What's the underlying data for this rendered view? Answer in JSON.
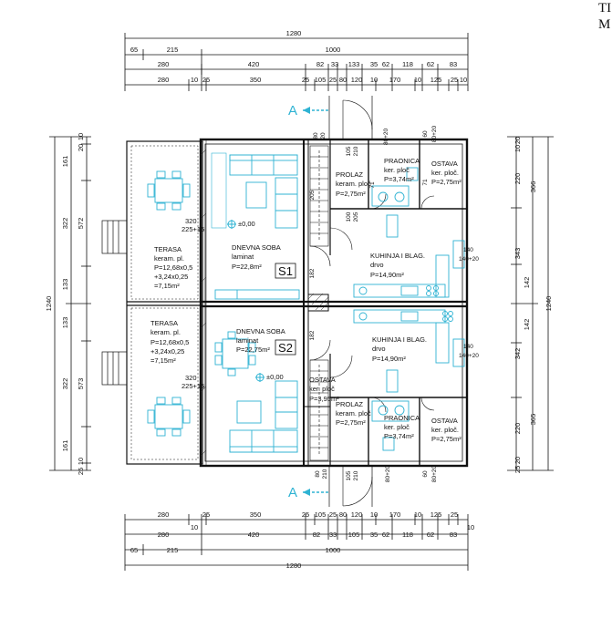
{
  "corner_text": [
    "TI",
    "M"
  ],
  "section_marker": "A",
  "top_dims": {
    "overall": "1280",
    "row1": [
      "65",
      "215",
      "1000"
    ],
    "row2": [
      "280",
      "420",
      "82",
      "33",
      "133",
      "35",
      "62",
      "118",
      "62",
      "83"
    ],
    "row3": [
      "280",
      "10",
      "25",
      "350",
      "25",
      "105",
      "25",
      "80",
      "120",
      "10",
      "170",
      "10",
      "125",
      "25",
      "10"
    ]
  },
  "bottom_dims": {
    "row1": [
      "280",
      "10",
      "25",
      "350",
      "25",
      "105",
      "25",
      "80",
      "120",
      "10",
      "170",
      "10",
      "125",
      "25",
      "10"
    ],
    "row2": [
      "280",
      "420",
      "82",
      "33",
      "105",
      "35",
      "62",
      "118",
      "62",
      "83"
    ],
    "row3": [
      "65",
      "215",
      "1000"
    ],
    "overall": "1280"
  },
  "left_dims": {
    "inner": [
      "161",
      "322",
      "133",
      "133",
      "322",
      "161"
    ],
    "outer": [
      "572",
      "573"
    ],
    "overall": "1240",
    "small": [
      "10",
      "20",
      "10",
      "25"
    ]
  },
  "right_dims": {
    "inner": [
      "220",
      "343",
      "142",
      "142",
      "342",
      "220"
    ],
    "outer": [
      "366",
      "365"
    ],
    "overall": "1240",
    "small": [
      "20",
      "10",
      "20",
      "25"
    ]
  },
  "rooms": {
    "s1": {
      "terasa": {
        "name": "TERASA",
        "floor": "keram. pl.",
        "area": "P=12,68x0,5",
        "extra": "+3,24x0,25",
        "total": "=7,15m²"
      },
      "dnevna": {
        "name": "DNEVNA SOBA",
        "floor": "laminat",
        "area": "P=22,8m²"
      },
      "kuhinja": {
        "name": "KUHINJA I BLAG.",
        "floor": "drvo",
        "area": "P=14,90m²"
      },
      "prolaz": {
        "name": "PROLAZ",
        "floor": "keram. ploč",
        "area": "P=2,75m²"
      },
      "praonica": {
        "name": "PRAONICA",
        "floor": "ker. ploč",
        "area": "P=3,74m²"
      },
      "ostava": {
        "name": "OSTAVA",
        "floor": "ker. ploč.",
        "area": "P=2,75m²"
      },
      "label": "S1",
      "level": "±0,00",
      "window": [
        "320",
        "225+15"
      ]
    },
    "s2": {
      "terasa": {
        "name": "TERASA",
        "floor": "keram. pl.",
        "area": "P=12,68x0,5",
        "extra": "+3,24x0,25",
        "total": "=7,15m²"
      },
      "dnevna": {
        "name": "DNEVNA SOBA",
        "floor": "laminat",
        "area": "P=22,75m²"
      },
      "kuhinja": {
        "name": "KUHINJA I BLAG.",
        "floor": "drvo",
        "area": "P=14,90m²"
      },
      "prolaz": {
        "name": "PROLAZ",
        "floor": "keram. ploč",
        "area": "P=2,75m²"
      },
      "praonica": {
        "name": "PRAONICA",
        "floor": "ker. ploč",
        "area": "P=3,74m²"
      },
      "ostava_st": {
        "name": "OSTAVA",
        "floor": "ker. ploč",
        "area": "P=3,95m²"
      },
      "ostava": {
        "name": "OSTAVA",
        "floor": "ker. ploč.",
        "area": "P=2,75m²"
      },
      "label": "S2",
      "level": "±0,00",
      "window": [
        "320",
        "225+15"
      ]
    }
  },
  "openings": {
    "top": [
      "80",
      "20",
      "105",
      "210",
      "60",
      "80+20",
      "71",
      "205",
      "100",
      "205"
    ],
    "bottom": [
      "80",
      "210",
      "105",
      "210",
      "80+20",
      "60",
      "80+20"
    ],
    "kitchen_window": [
      "140",
      "140+20"
    ],
    "stair": [
      "205",
      "182",
      "182",
      "205"
    ]
  },
  "colors": {
    "line": "#111111",
    "furniture": "#2fb3d3",
    "hatch": "#222222"
  }
}
